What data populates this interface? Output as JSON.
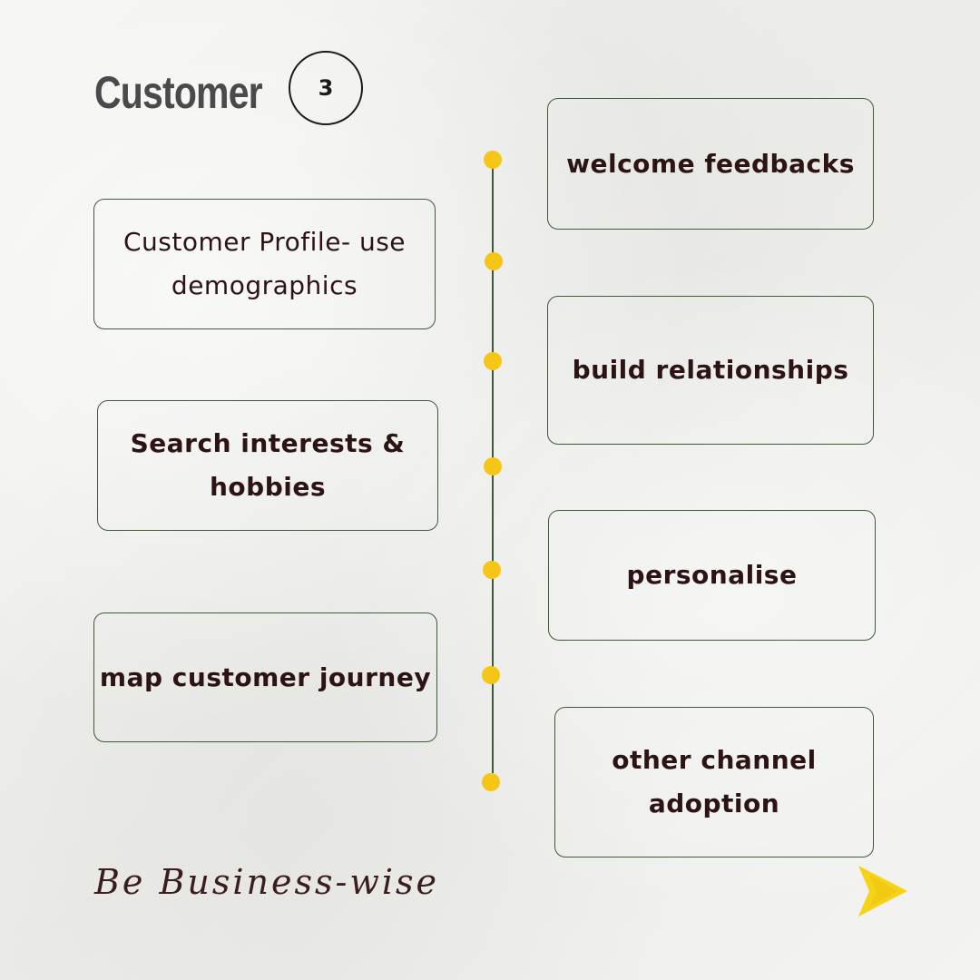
{
  "header": {
    "title": "Customer",
    "badge": "3"
  },
  "left_cards": [
    {
      "text": "Customer Profile- use demographics"
    },
    {
      "text": "Search interests & hobbies"
    },
    {
      "text": "map customer journey"
    }
  ],
  "right_cards": [
    {
      "text": "welcome feedbacks"
    },
    {
      "text": "build relationships"
    },
    {
      "text": "personalise"
    },
    {
      "text": "other channel adoption"
    }
  ],
  "footer": {
    "tagline": "Be Business-wise"
  },
  "colors": {
    "accent": "#f5c518",
    "line": "#3e5a38",
    "text": "#2c1414",
    "title": "#4a4a4a"
  },
  "icons": {
    "next": "arrow-right-icon"
  }
}
